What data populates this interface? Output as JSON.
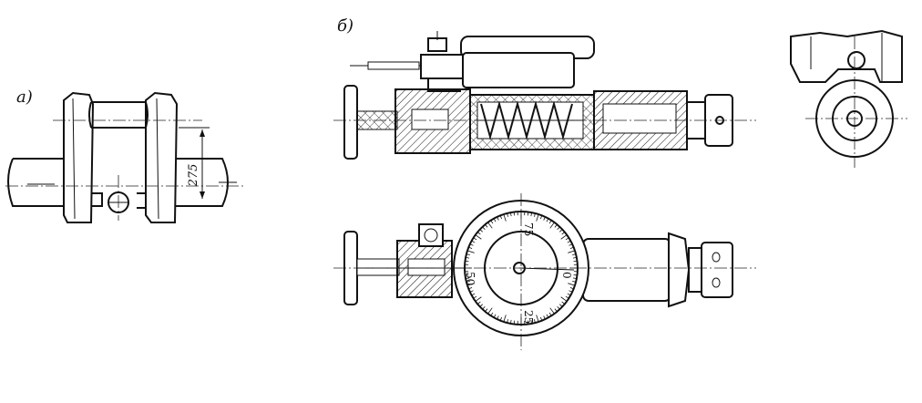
{
  "labels": {
    "view_a": "а)",
    "view_b": "б)"
  },
  "dimension": {
    "value": "275"
  },
  "dial": {
    "tick_75": "75",
    "tick_50": "50",
    "tick_25": "25",
    "tick_0": "0"
  },
  "colors": {
    "ink": "#111111",
    "paper": "#ffffff"
  }
}
